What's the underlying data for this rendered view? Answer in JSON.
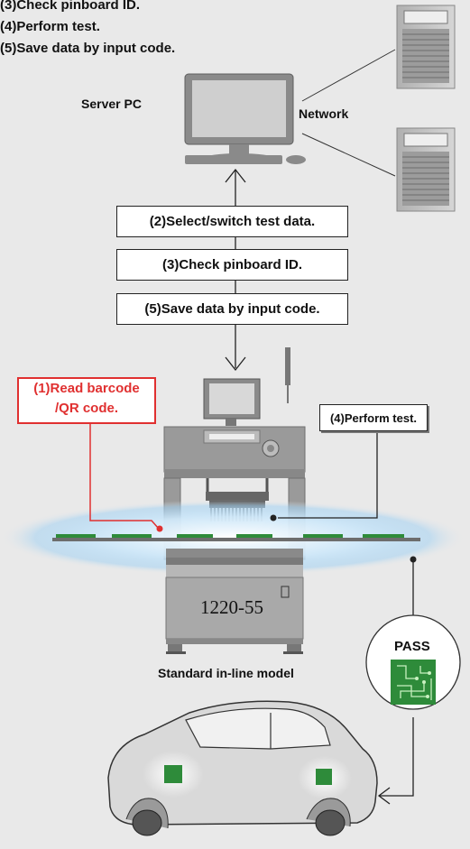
{
  "steps_list": [
    "(3)Check pinboard ID.",
    "(4)Perform test.",
    "(5)Save data by input code."
  ],
  "labels": {
    "server_pc": "Server PC",
    "network": "Network",
    "model_caption": "Standard in-line model",
    "model_number": "1220-55",
    "pass": "PASS"
  },
  "flow_boxes": [
    "(2)Select/switch test data.",
    "(3)Check pinboard ID.",
    "(5)Save data by input code."
  ],
  "callouts": {
    "read_code_line1": "(1)Read barcode",
    "read_code_line2": "/QR code.",
    "perform_test": "(4)Perform test."
  },
  "colors": {
    "background": "#e9e9e9",
    "accent_red": "#e03030",
    "machine_gray": "#9a9a9a",
    "board_green": "#2e8b3a",
    "glow_blue": "#bfe0f7"
  }
}
